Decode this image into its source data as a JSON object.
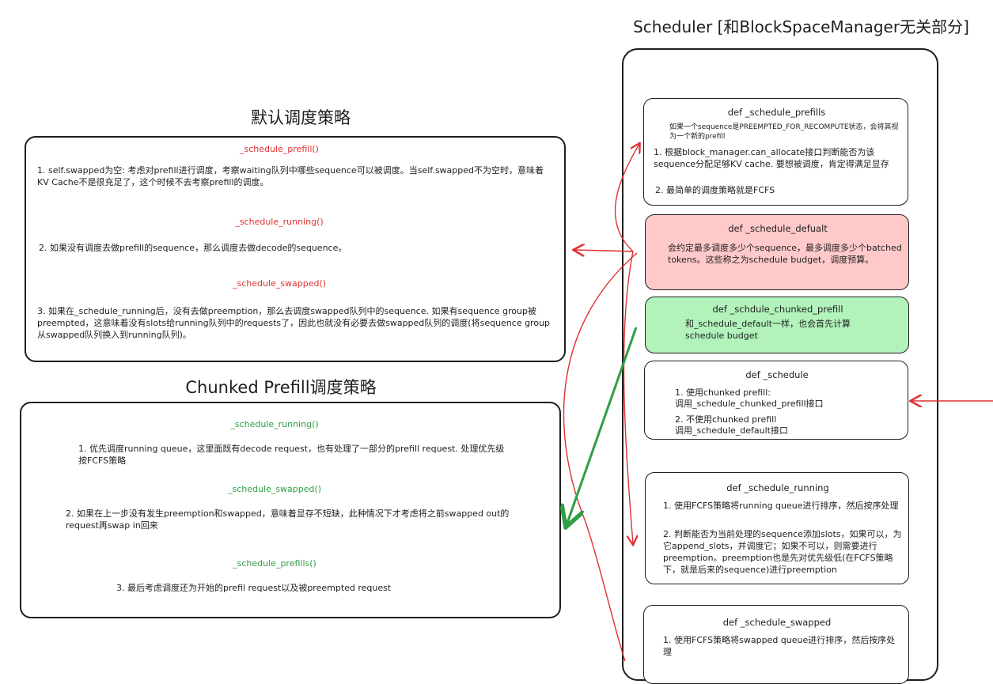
{
  "scheduler_title": "Scheduler [和BlockSpaceManager无关部分]",
  "default_policy": {
    "title": "默认调度策略",
    "items": [
      {
        "fn": "_schedule_prefill()",
        "text": "1. self.swapped为空: 考虑对prefill进行调度，考察waiting队列中哪些sequence可以被调度。当self.swapped不为空时，意味着KV Cache不是很充足了，这个时候不去考察prefill的调度。"
      },
      {
        "fn": "_schedule_running()",
        "text": "2. 如果没有调度去做prefill的sequence，那么调度去做decode的sequence。"
      },
      {
        "fn": "_schedule_swapped()",
        "text": "3. 如果在_schedule_running后，没有去做preemption，那么去调度swapped队列中的sequence. 如果有sequence group被preempted，这意味着没有slots给running队列中的requests了，因此也就没有必要去做swapped队列的调度(将sequence group从swapped队列换入到running队列)。"
      }
    ]
  },
  "chunked_policy": {
    "title": "Chunked Prefill调度策略",
    "items": [
      {
        "fn": "_schedule_running()",
        "text": "1. 优先调度running queue，这里面既有decode request，也有处理了一部分的prefill request. 处理优先级按FCFS策略"
      },
      {
        "fn": "_schedule_swapped()",
        "text": "2. 如果在上一步没有发生preemption和swapped，意味着显存不短缺，此种情况下才考虑将之前swapped out的request再swap in回来"
      },
      {
        "fn": "_schedule_prefills()",
        "text": "3. 最后考虑调度还为开始的prefil request以及被preempted request"
      }
    ]
  },
  "cards": {
    "prefills": {
      "title": "def _schedule_prefills",
      "note": "如果一个sequence是PREEMPTED_FOR_RECOMPUTE状态，会将其视为一个新的prefill",
      "p1": "1. 根据block_manager.can_allocate接口判断能否为该sequence分配足够KV cache. 要想被调度，肯定得满足显存",
      "p2": "2. 最简单的调度策略就是FCFS"
    },
    "default": {
      "title": "def _schedule_defualt",
      "p1": "会约定最多调度多少个sequence，最多调度多少个batched tokens。这些称之为schedule budget，调度预算。"
    },
    "chunked": {
      "title": "def _schdule_chunked_prefill",
      "p1": "和_schedule_default一样，也会首先计算schedule budget"
    },
    "schedule": {
      "title": "def _schedule",
      "p1": "1. 使用chunked prefill:",
      "p1b": "调用_schedule_chunked_prefill接口",
      "p2": "2. 不使用chunked prefill",
      "p2b": "调用_schedule_default接口"
    },
    "running": {
      "title": "def _schedule_running",
      "p1": "1. 使用FCFS策略将running queue进行排序，然后按序处理",
      "p2": "2. 判断能否为当前处理的sequence添加slots，如果可以，为它append_slots，并调度它；如果不可以，则需要进行preemption。preemption也是先对优先级低(在FCFS策略下，就是后来的sequence)进行preemption"
    },
    "swapped": {
      "title": "def _schedule_swapped",
      "p1": "1. 使用FCFS策略将swapped queue进行排序，然后按序处理"
    }
  },
  "colors": {
    "red": "#e03131",
    "green": "#2f9e44",
    "pink_fill": "#ffc9c9",
    "green_fill": "#b2f2bb"
  }
}
